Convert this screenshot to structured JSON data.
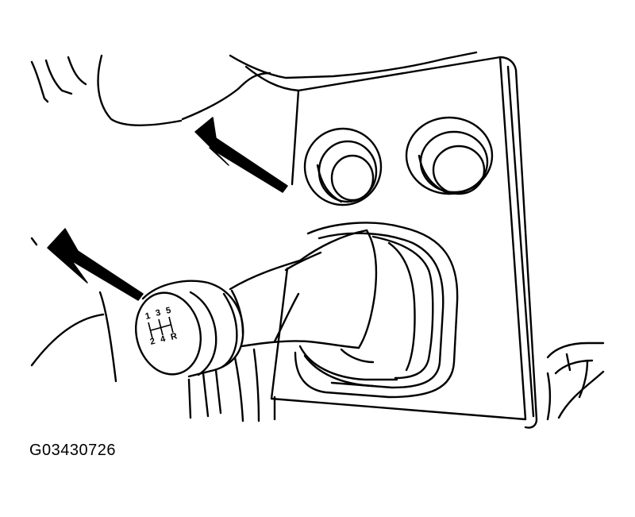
{
  "figure": {
    "id_label": "G03430726",
    "knob_pattern_digits": [
      "1",
      "3",
      "5",
      "2",
      "4",
      "R"
    ]
  },
  "colors": {
    "line": "#000000",
    "fill": "#ffffff"
  },
  "icons": {
    "arrow_upper": "callout-arrow-icon",
    "arrow_lower": "callout-arrow-icon"
  }
}
